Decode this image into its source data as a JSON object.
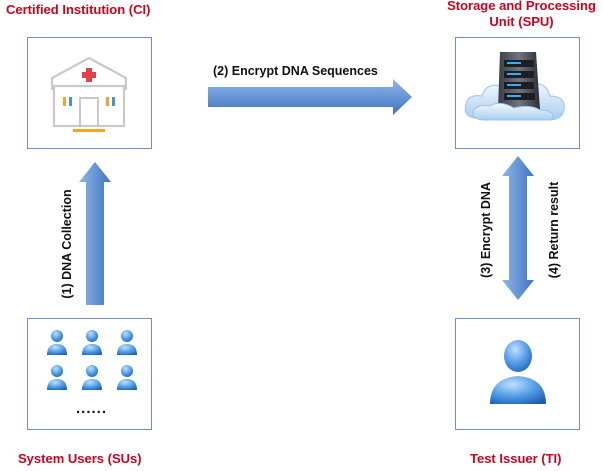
{
  "nodes": {
    "ci": {
      "label": "Certified Institution (CI)"
    },
    "spu": {
      "label_line1": "Storage and Processing",
      "label_line2": "Unit (SPU)"
    },
    "sus": {
      "label": "System Users (SUs)",
      "ellipsis": "......"
    },
    "ti": {
      "label": "Test Issuer (TI)"
    }
  },
  "edges": {
    "step1": "(1) DNA Collection",
    "step2": "(2) Encrypt DNA Sequences",
    "step3": "(3) Encrypt DNA",
    "step4": "(4)  Return result"
  },
  "colors": {
    "label_red": "#d0021b",
    "box_border": "#6f8fc7",
    "arrow_blue": "#4d82c8"
  },
  "icons": {
    "ci": "hospital-building-icon",
    "spu": "server-cloud-icon",
    "sus": "user-group-icon",
    "ti": "user-icon"
  }
}
